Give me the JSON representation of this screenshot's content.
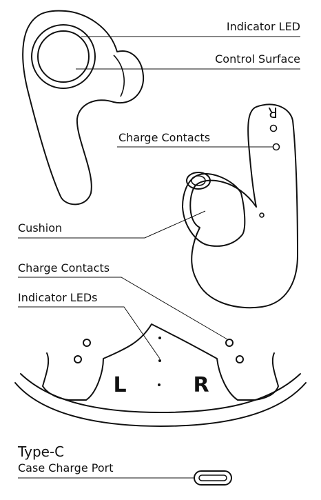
{
  "labels": {
    "indicator_led": "Indicator LED",
    "control_surface": "Control Surface",
    "charge_contacts_earbud": "Charge Contacts",
    "cushion": "Cushion",
    "charge_contacts_case": "Charge Contacts",
    "indicator_leds": "Indicator LEDs",
    "type_c": "Type-C",
    "case_charge_port": "Case Charge Port"
  },
  "case_markings": {
    "left": "L",
    "right": "R"
  },
  "earbud_marking": "R",
  "colors": {
    "stroke": "#111111",
    "background": "#ffffff"
  }
}
